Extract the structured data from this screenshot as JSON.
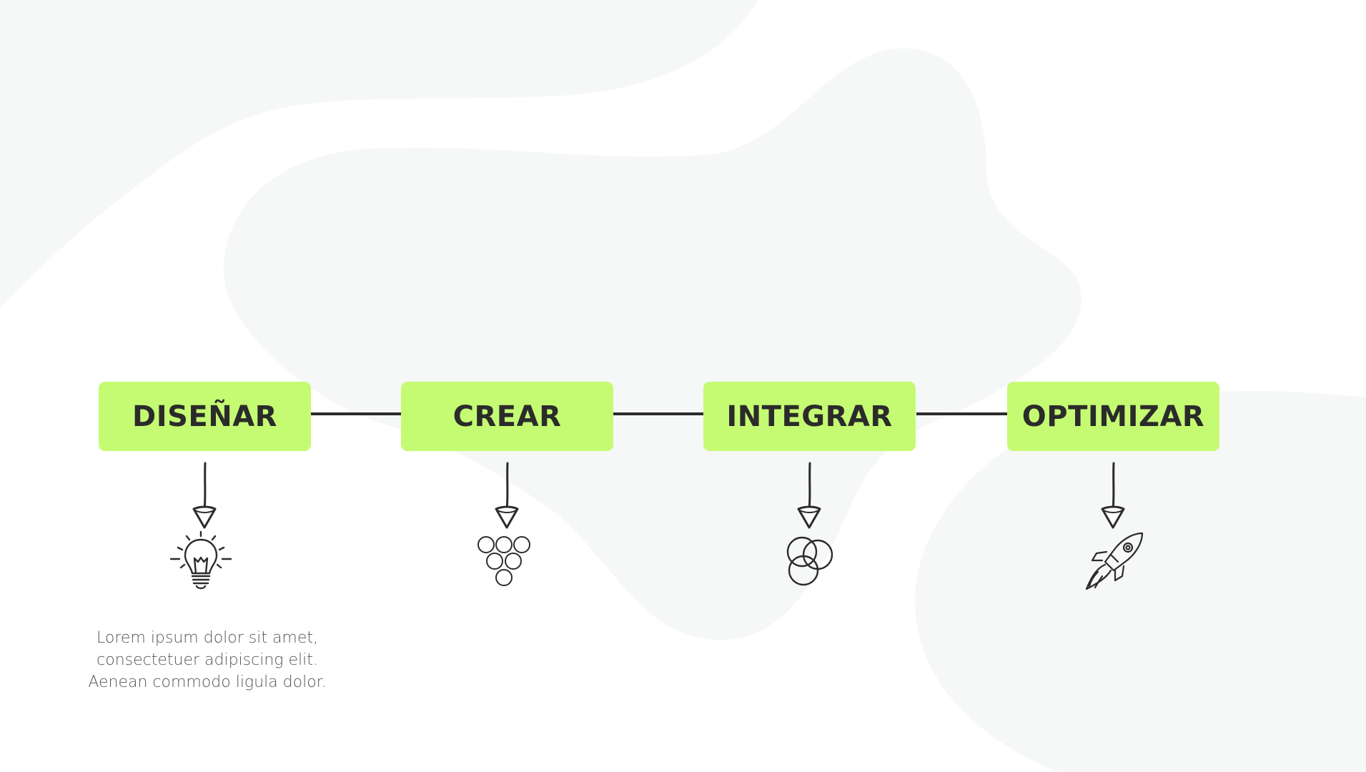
{
  "colors": {
    "background": "#ffffff",
    "blob": "#f6f7f7",
    "accent": "#c5fb72",
    "line": "#2b2b2b",
    "title_text": "#2b2b2b",
    "description_text": "#555555"
  },
  "steps": [
    {
      "title": "DISEÑAR",
      "icon": "lightbulb-icon"
    },
    {
      "title": "CREAR",
      "icon": "circles-cluster-icon"
    },
    {
      "title": "INTEGRAR",
      "icon": "overlapping-circles-icon"
    },
    {
      "title": "OPTIMIZAR",
      "icon": "rocket-icon"
    }
  ],
  "description": {
    "line1": "Lorem ipsum dolor sit amet,",
    "line2": "consectetuer adipiscing elit.",
    "line3": "Aenean commodo ligula dolor."
  }
}
